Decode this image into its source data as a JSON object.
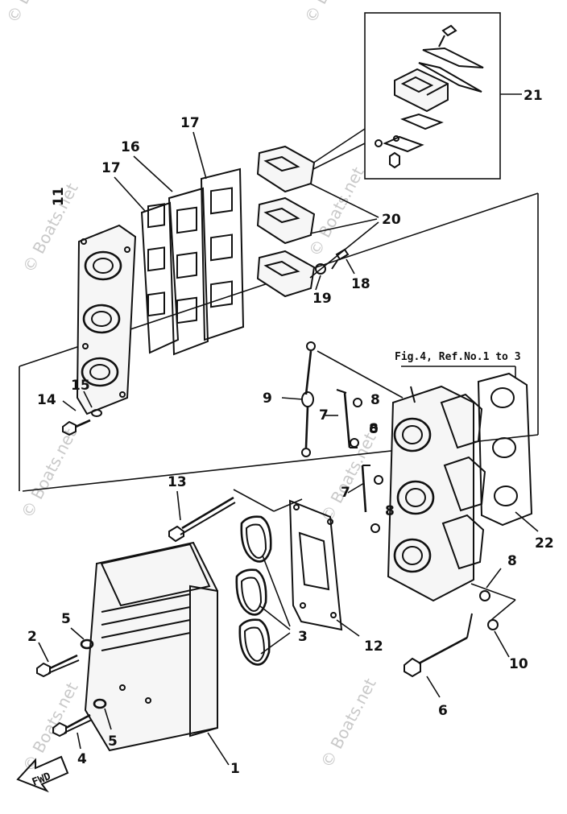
{
  "callouts": {
    "c1": "1",
    "c2": "2",
    "c3": "3",
    "c4": "4",
    "c5a": "5",
    "c5b": "5",
    "c6": "6",
    "c7a": "7",
    "c7b": "7",
    "c8a": "8",
    "c8b": "8",
    "c8c": "8",
    "c8d": "8",
    "c9": "9",
    "c10": "10",
    "c11": "11",
    "c12": "12",
    "c13": "13",
    "c14": "14",
    "c15": "15",
    "c16": "16",
    "c17a": "17",
    "c17b": "17",
    "c18": "18",
    "c19": "19",
    "c20": "20",
    "c21": "21",
    "c22": "22"
  },
  "reference_note": "Fig.4, Ref.No.1 to 3",
  "fwd_label": "FWD",
  "watermark": "© Boats.net",
  "icons": {
    "fwd_arrow": "fwd-arrow-icon"
  }
}
